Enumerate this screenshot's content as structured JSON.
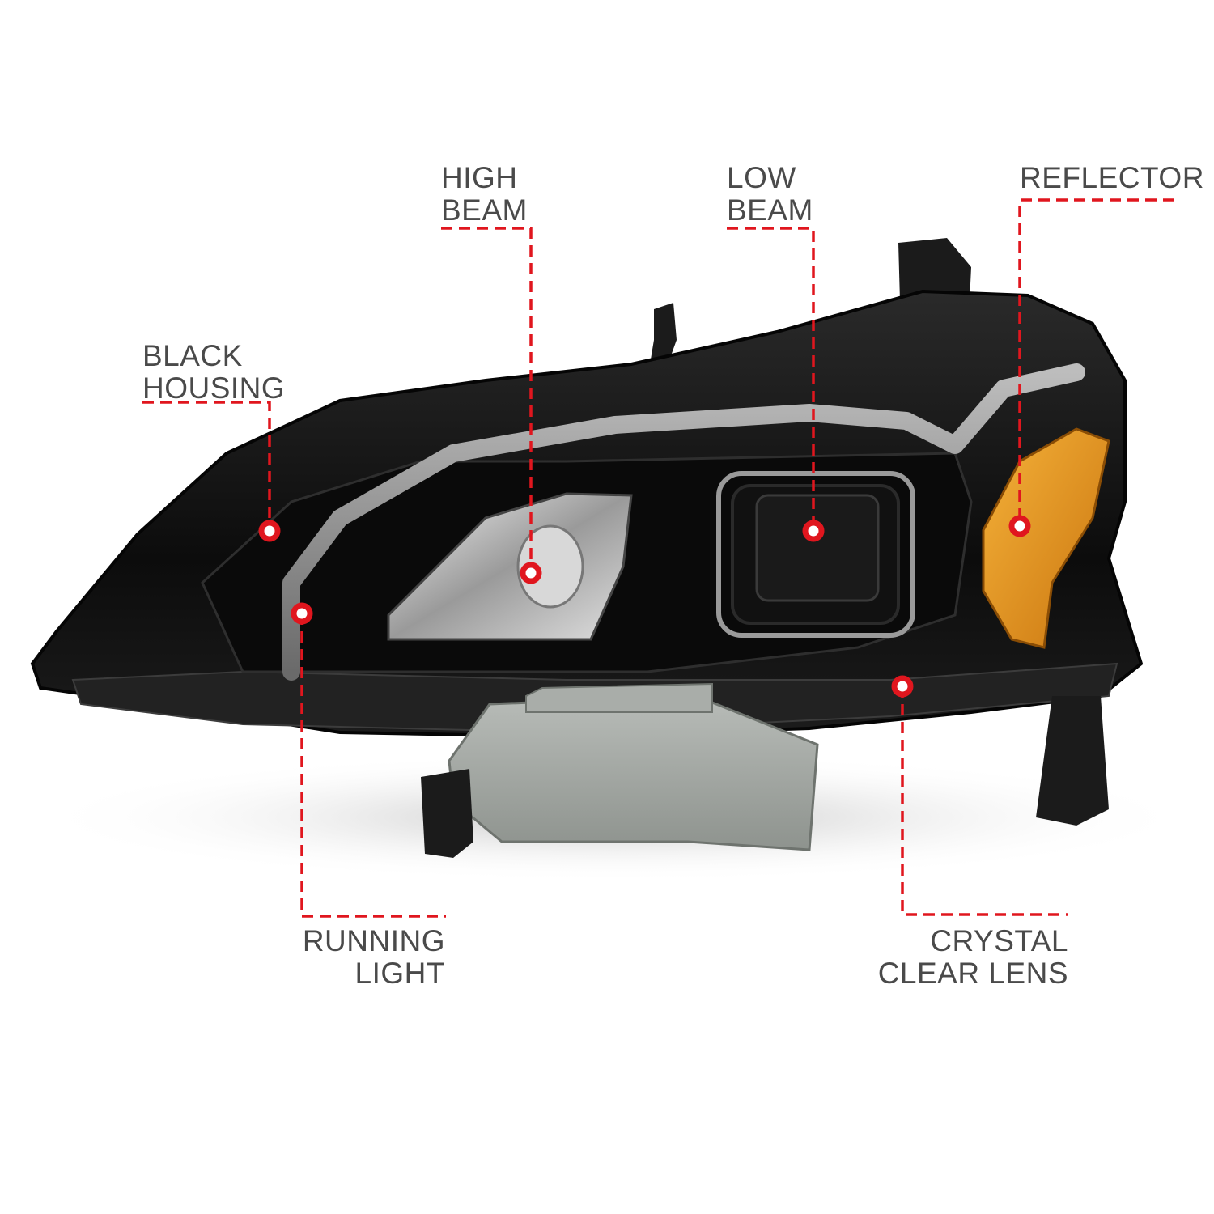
{
  "colors": {
    "callout_line": "#e0161e",
    "label_text": "#4a4a4a",
    "housing": "#111111",
    "reflector": "#e69a1c"
  },
  "callouts": {
    "black_housing": {
      "line1": "BLACK",
      "line2": "HOUSING"
    },
    "high_beam": {
      "line1": "HIGH",
      "line2": "BEAM"
    },
    "low_beam": {
      "line1": "LOW",
      "line2": "BEAM"
    },
    "reflector": {
      "line1": "REFLECTOR"
    },
    "running_light": {
      "line1": "RUNNING",
      "line2": "LIGHT"
    },
    "crystal_clear_lens": {
      "line1": "CRYSTAL",
      "line2": "CLEAR LENS"
    }
  }
}
